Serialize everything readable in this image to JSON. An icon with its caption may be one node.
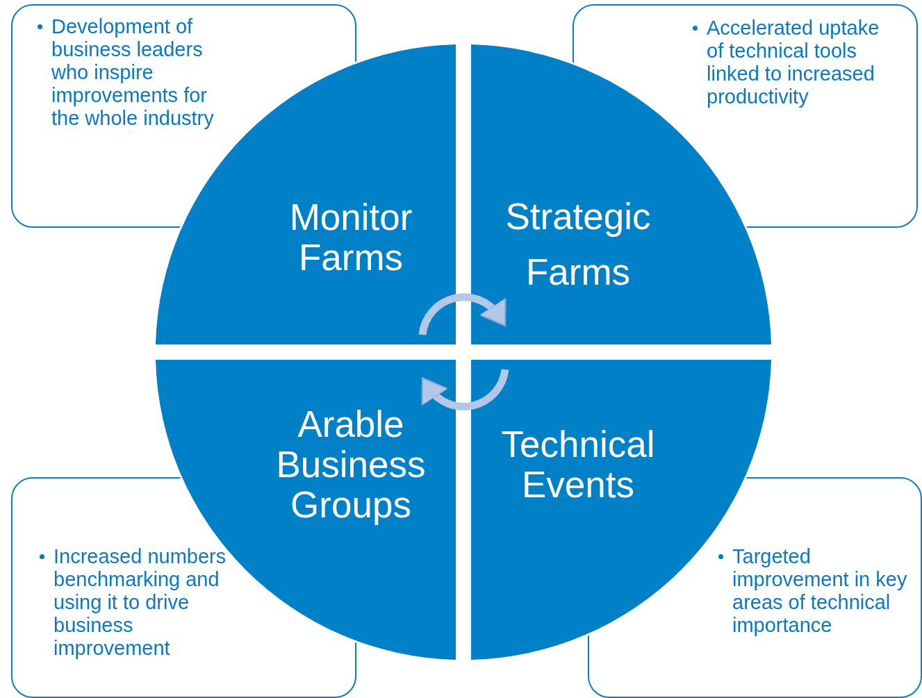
{
  "diagram": {
    "nodes": [
      {
        "text": [
          "Development of business leaders who inspire improvements for the whole industry"
        ]
      },
      {
        "text": [
          "Accelerated uptake of technical tools linked to increased productivity"
        ]
      },
      {
        "text": [
          "Monitor Farms"
        ]
      },
      {
        "text": [
          "Strategic Farms"
        ]
      },
      {
        "text": [
          "Arable Business Groups"
        ]
      },
      {
        "text": [
          "Technical Events"
        ]
      },
      {
        "text": [
          "Increased numbers benchmarking and using it to drive business improvement"
        ]
      },
      {
        "text": [
          "Targeted improvement in key areas of technical importance"
        ]
      }
    ],
    "edges": [
      {
        "from": 2,
        "to": 3,
        "arrow": "to"
      },
      {
        "from": 5,
        "to": 4,
        "arrow": "to"
      }
    ]
  }
}
